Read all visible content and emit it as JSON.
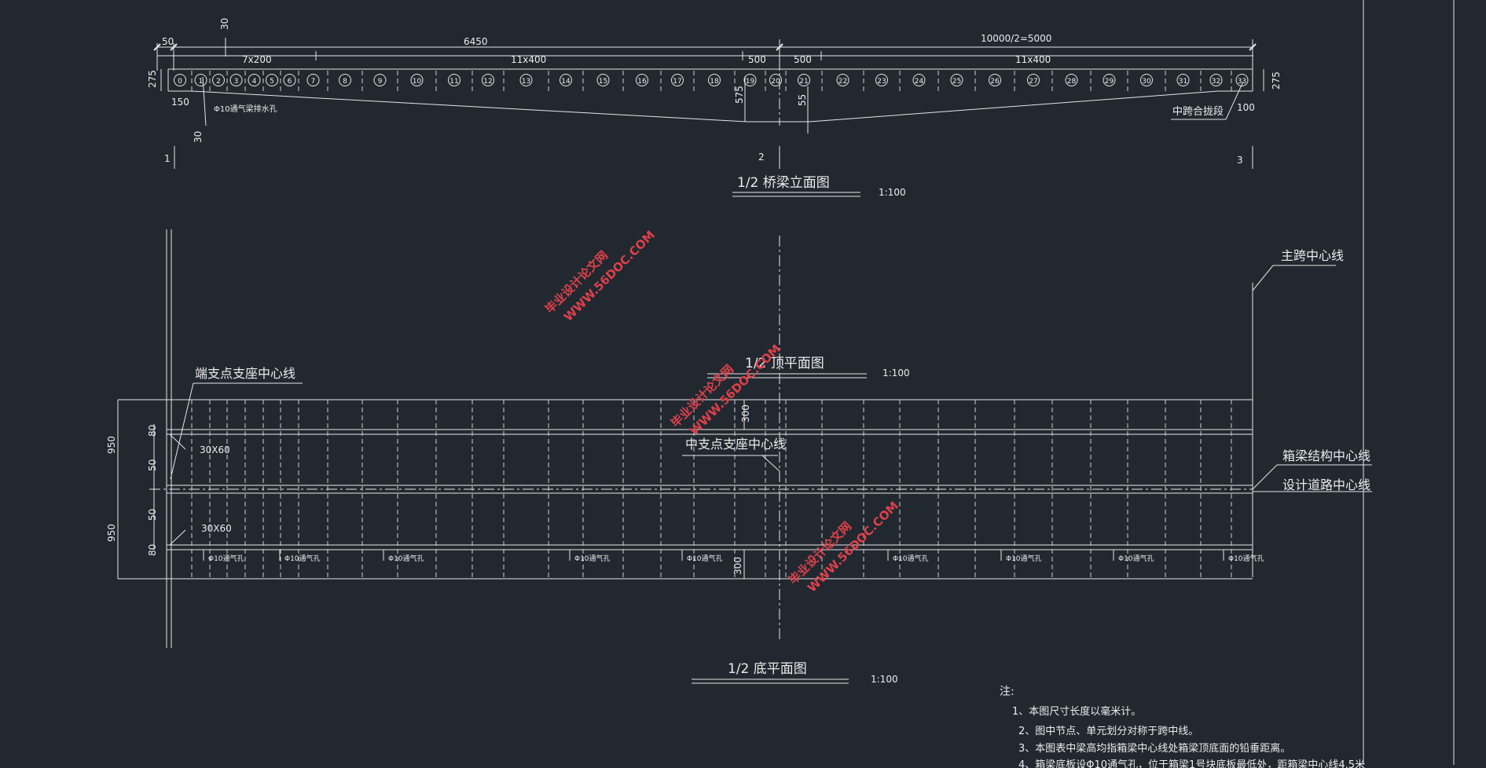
{
  "top_dims": {
    "d50": "50",
    "d30a": "30",
    "d6450": "6450",
    "d5000": "10000/2=5000",
    "d7x200": "7x200",
    "d11x400a": "11x400",
    "d500a": "500",
    "d500b": "500",
    "d11x400b": "11x400",
    "d275l": "275",
    "d275r": "275",
    "d150": "150",
    "d30b": "30",
    "d575": "575",
    "d55": "55",
    "d100": "100"
  },
  "nodes": [
    "0",
    "1",
    "2",
    "3",
    "4",
    "5",
    "6",
    "7",
    "8",
    "9",
    "10",
    "11",
    "12",
    "13",
    "14",
    "15",
    "16",
    "17",
    "18",
    "19",
    "20",
    "21",
    "22",
    "23",
    "24",
    "25",
    "26",
    "27",
    "28",
    "29",
    "30",
    "31",
    "32",
    "33"
  ],
  "annotations": {
    "vent_top": "Φ10通气梁排水孔",
    "closure": "中跨合拢段",
    "sec1": "1",
    "sec2": "2",
    "sec3": "3",
    "main_span_cl": "主跨中心线",
    "end_support_cl": "端支点支座中心线",
    "mid_support_cl": "中支点支座中心线",
    "box_cl": "箱梁结构中心线",
    "road_cl": "设计道路中心线",
    "chamfer_top": "30X60",
    "chamfer_bot": "30X60",
    "vent": "Φ10通气孔"
  },
  "titles": {
    "elevation": "1/2 桥梁立面图",
    "elevation_scale": "1:100",
    "top_plan": "1/2 顶平面图",
    "top_plan_scale": "1:100",
    "bottom_plan": "1/2 底平面图",
    "bottom_plan_scale": "1:100"
  },
  "plan_dims": {
    "w950a": "950",
    "w950b": "950",
    "w80a": "80",
    "w50a": "50",
    "w50b": "50",
    "w80b": "80",
    "w300a": "300",
    "w300b": "300"
  },
  "notes": {
    "heading": "注:",
    "n1": "1、本图尺寸长度以毫米计。",
    "n2": "2、图中节点、单元划分对称于跨中线。",
    "n3": "3、本图表中梁高均指箱梁中心线处箱梁顶底面的铅垂距离。",
    "n4": "4、箱梁底板设Φ10通气孔，位于箱梁1号块底板最低处，距箱梁中心线4.5米"
  },
  "watermark": {
    "site": "WWW.56DOC.COM",
    "name": "毕业设计论文网"
  }
}
